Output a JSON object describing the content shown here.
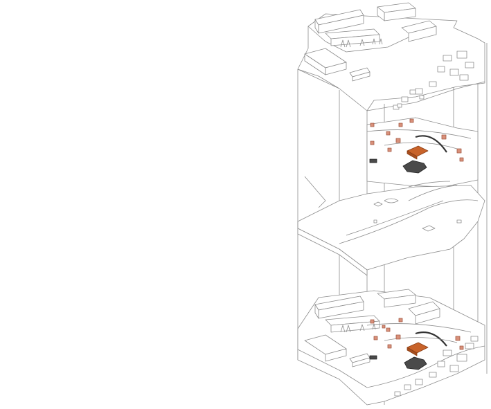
{
  "diagram": {
    "type": "exploded-axonometric",
    "line_color": "#8c8c8c",
    "fill_color": "#ffffff",
    "accent_orange": "#c8632a",
    "accent_salmon": "#d9907a",
    "accent_dark": "#4a4a4a",
    "layers": [
      {
        "name": "upper-site-plane"
      },
      {
        "name": "middle-terrain-slab"
      },
      {
        "name": "lower-site-plane"
      }
    ]
  }
}
